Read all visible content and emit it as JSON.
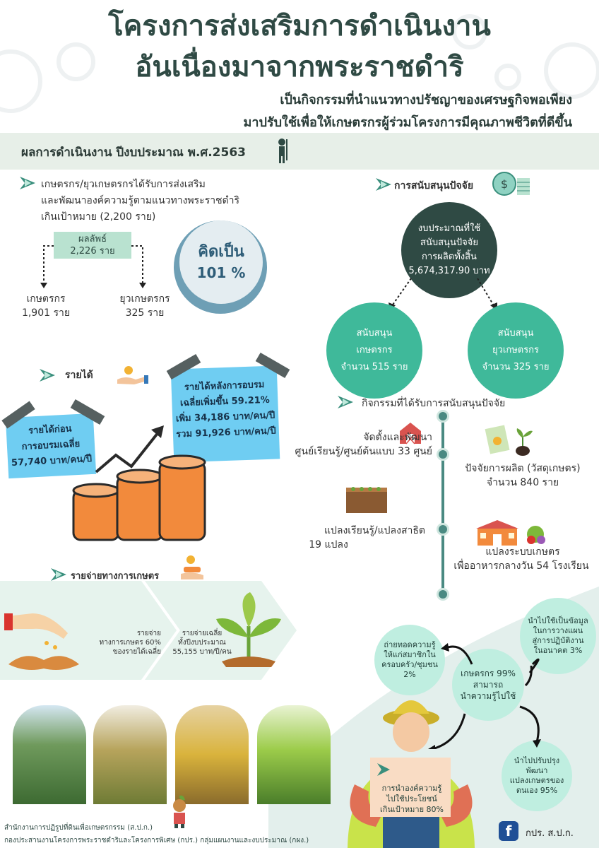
{
  "header": {
    "title_line1": "โครงการส่งเสริมการดำเนินงาน",
    "title_line2": "อันเนื่องมาจากพระราชดำริ",
    "subtitle_line1": "เป็นกิจกรรมที่นำแนวทางปรัชญาของเศรษฐกิจพอเพียง",
    "subtitle_line2": "มาปรับใช้เพื่อให้เกษตรกรผู้ร่วมโครงการมีคุณภาพชีวิตที่ดีขึ้น"
  },
  "banner": {
    "text": "ผลการดำเนินงาน ปีงบประมาณ พ.ศ.2563"
  },
  "promotion": {
    "line1": "เกษตรกร/ยุวเกษตรกรได้รับการส่งเสริม",
    "line2": "และพัฒนาองค์ความรู้ตามแนวทางพระราชดำริ",
    "line3": "เกินเป้าหมาย (2,200 ราย)",
    "result_label": "ผลลัพธ์",
    "result_value": "2,226 ราย",
    "farmers_label": "เกษตรกร",
    "farmers_value": "1,901 ราย",
    "youth_label": "ยุวเกษตรกร",
    "youth_value": "325 ราย",
    "percent_label": "คิดเป็น",
    "percent_value": "101 %"
  },
  "income": {
    "heading": "รายได้",
    "before_line1": "รายได้ก่อน",
    "before_line2": "การอบรมเฉลี่ย",
    "before_line3": "57,740 บาท/คน/ปี",
    "after_line1": "รายได้หลังการอบรม",
    "after_line2": "เฉลี่ยเพิ่มขึ้น 59.21%",
    "after_line3": "เพิ่ม 34,186 บาท/คน/ปี",
    "after_line4": "รวม 91,926 บาท/คน/ปี"
  },
  "expense": {
    "heading": "รายจ่ายทางการเกษตร",
    "item1_line1": "รายจ่าย",
    "item1_line2": "ทางการเกษตร 60%",
    "item1_line3": "ของรายได้เฉลี่ย",
    "item2_line1": "รายจ่ายเฉลี่ย",
    "item2_line2": "ทั้งปีงบประมาณ",
    "item2_line3": "55,155 บาท/ปี/คน"
  },
  "factor_support": {
    "heading": "การสนับสนุนปัจจัย",
    "budget_line1": "งบประมาณที่ใช้",
    "budget_line2": "สนับสนุนปัจจัย",
    "budget_line3": "การผลิตทั้งสิ้น",
    "budget_line4": "5,674,317.90 บาท",
    "farmers_line1": "สนับสนุน",
    "farmers_line2": "เกษตรกร",
    "farmers_line3": "จำนวน 515 ราย",
    "youth_line1": "สนับสนุน",
    "youth_line2": "ยุวเกษตรกร",
    "youth_line3": "จำนวน 325 ราย"
  },
  "activities": {
    "heading": "กิจกรรมที่ได้รับการสนับสนุนปัจจัย",
    "a1_line1": "จัดตั้งและพัฒนา",
    "a1_line2": "ศูนย์เรียนรู้/ศูนย์ต้นแบบ 33 ศูนย์",
    "a2_line1": "ปัจจัยการผลิต (วัสดุเกษตร)",
    "a2_line2": "จำนวน 840 ราย",
    "a3_line1": "แปลงเรียนรู้/แปลงสาธิต",
    "a3_line2": "19 แปลง",
    "a4_line1": "แปลงระบบเกษตร",
    "a4_line2": "เพื่ออาหารกลางวัน 54 โรงเรียน"
  },
  "knowledge": {
    "center_line1": "เกษตรกร 99%",
    "center_line2": "สามารถ",
    "center_line3": "นำความรู้ไปใช้",
    "share_line1": "ถ่ายทอดความรู้",
    "share_line2": "ให้แก่สมาชิกใน",
    "share_line3": "ครอบครัว/ชุมชน",
    "share_line4": "2%",
    "plan_line1": "นำไปใช้เป็นข้อมูล",
    "plan_line2": "ในการวางแผน",
    "plan_line3": "สู่การปฏิบัติงาน",
    "plan_line4": "ในอนาคต 3%",
    "improve_line1": "นำไปปรับปรุง",
    "improve_line2": "พัฒนา",
    "improve_line3": "แปลงเกษตรของ",
    "improve_line4": "ตนเอง 95%",
    "benefit_line1": "การนำองค์ความรู้",
    "benefit_line2": "ไปใช้ประโยชน์",
    "benefit_line3": "เกินเป้าหมาย 80%"
  },
  "footer": {
    "line1": "สำนักงานการปฏิรูปที่ดินเพื่อเกษตรกรรม (ส.ป.ก.)",
    "line2": "กองประสานงานโครงการพระราชดำริและโครงการพิเศษ (กปร.) กลุ่มแผนงานและงบประมาณ (กผง.)",
    "fb_label": "กปร. ส.ป.ก."
  },
  "icons": {
    "section_arrow": "chevron-right-icon",
    "facebook": "facebook-icon"
  },
  "colors": {
    "title": "#2f4a44",
    "dark_circle": "#2f4a44",
    "teal_circle": "#3fb99a",
    "note_blue": "#6fcdf2",
    "timeline": "#4a8a82"
  }
}
